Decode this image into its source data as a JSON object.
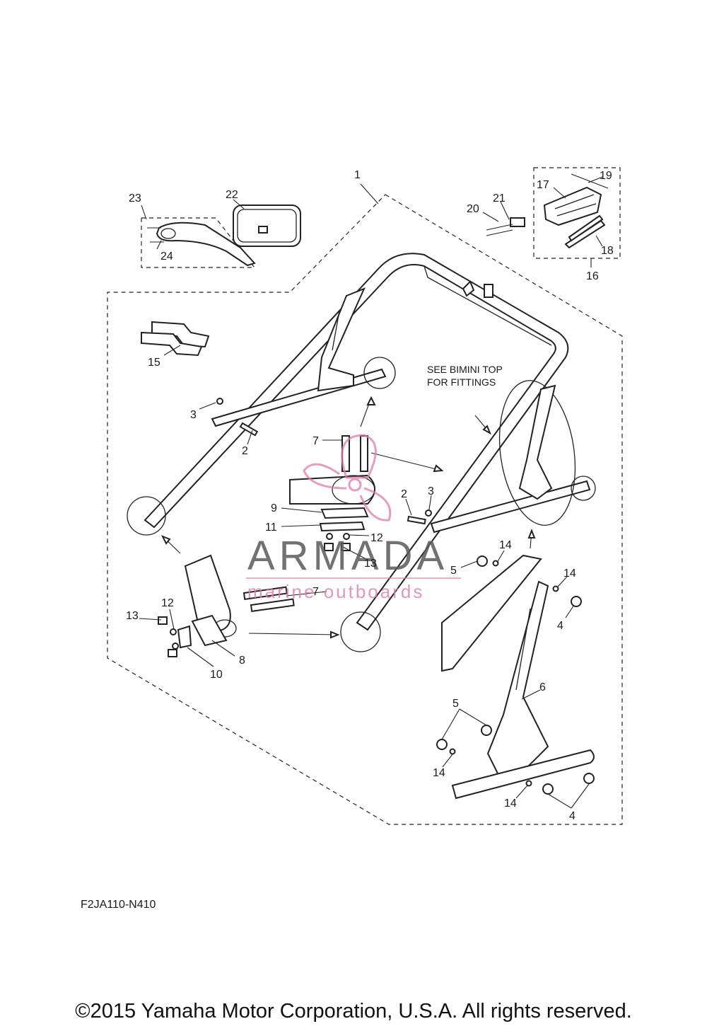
{
  "diagram": {
    "callouts": {
      "c1": "1",
      "c2a": "2",
      "c2b": "2",
      "c3a": "3",
      "c3b": "3",
      "c4a": "4",
      "c4b": "4",
      "c5a": "5",
      "c5b": "5",
      "c6": "6",
      "c7a": "7",
      "c7b": "7",
      "c8": "8",
      "c9": "9",
      "c10": "10",
      "c11": "11",
      "c12a": "12",
      "c12b": "12",
      "c13a": "13",
      "c13b": "13",
      "c14a": "14",
      "c14b": "14",
      "c14c": "14",
      "c14d": "14",
      "c15": "15",
      "c16": "16",
      "c17": "17",
      "c18": "18",
      "c19": "19",
      "c20": "20",
      "c21": "21",
      "c22": "22",
      "c23": "23",
      "c24": "24"
    },
    "note_line1": "SEE BIMINI TOP",
    "note_line2": "FOR FITTINGS",
    "drawing_code": "F2JA110-N410",
    "copyright": "©2015 Yamaha Motor Corporation, U.S.A. All rights reserved."
  },
  "watermark": {
    "brand": "ARMADA",
    "tagline": "marine outboards",
    "accent_color": "#e07aa8"
  }
}
